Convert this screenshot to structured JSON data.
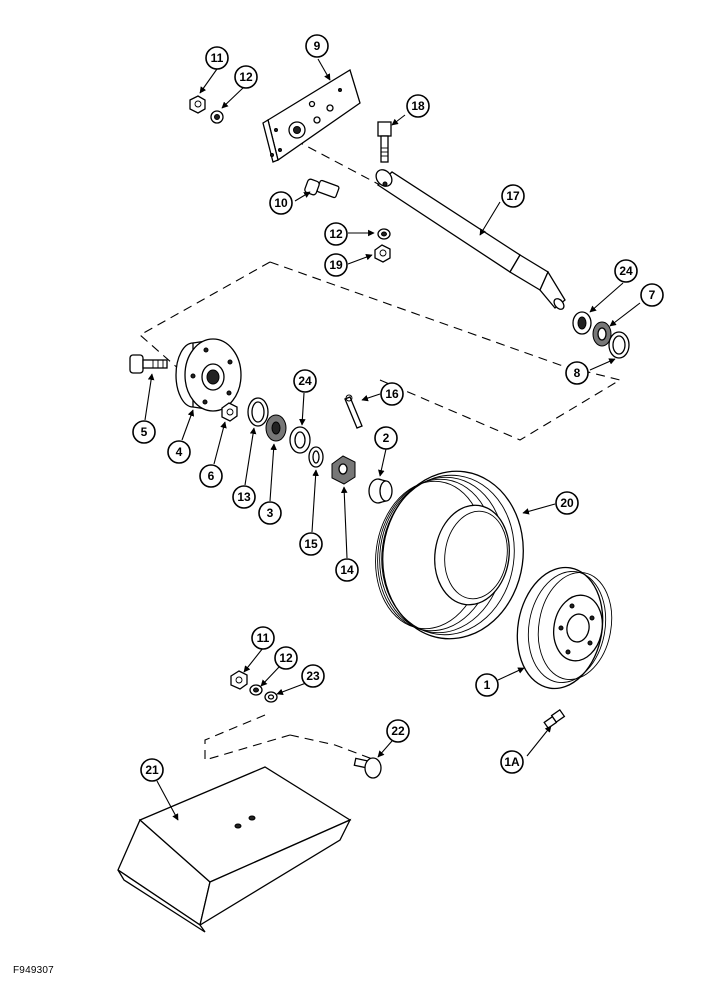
{
  "figure_code": "F949307",
  "callouts": [
    "11",
    "12",
    "9",
    "18",
    "10",
    "17",
    "12",
    "19",
    "24",
    "7",
    "8",
    "5",
    "4",
    "6",
    "13",
    "3",
    "24",
    "15",
    "16",
    "14",
    "2",
    "20",
    "1",
    "11",
    "12",
    "23",
    "22",
    "21",
    "1A"
  ]
}
